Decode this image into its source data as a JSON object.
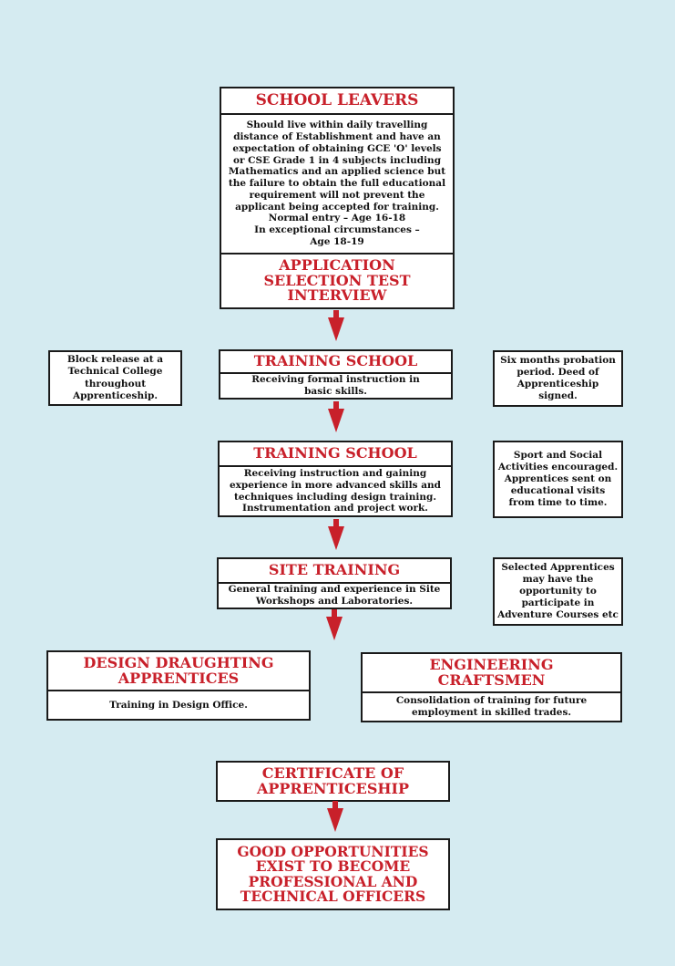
{
  "school_leavers": {
    "title": "SCHOOL LEAVERS",
    "body": "Should live within daily travelling\ndistance of Establishment and have an\nexpectation of obtaining GCE 'O' levels\nor CSE Grade 1 in 4 subjects including\nMathematics and an applied science but\nthe failure to obtain the full educational\nrequirement will not prevent the\napplicant being accepted for training.\nNormal entry – Age 16-18\nIn exceptional circumstances –\nAge 18-19",
    "application": "APPLICATION\nSELECTION TEST\nINTERVIEW"
  },
  "training_school_1": {
    "title": "TRAINING SCHOOL",
    "body": "Receiving formal instruction in\nbasic skills."
  },
  "training_school_2": {
    "title": "TRAINING SCHOOL",
    "body": "Receiving instruction and gaining\nexperience in more advanced skills and\ntechniques including design training.\nInstrumentation and project work."
  },
  "site_training": {
    "title": "SITE TRAINING",
    "body": "General training and experience in Site\nWorkshops and Laboratories."
  },
  "side_notes": {
    "block_release": "Block release at a\nTechnical College\nthroughout\nApprenticeship.",
    "probation": "Six months probation\nperiod. Deed of\nApprenticeship\nsigned.",
    "sport": "Sport and Social\nActivities encouraged.\nApprentices sent on\neducational visits\nfrom time to time.",
    "adventure": "Selected Apprentices\nmay have the\nopportunity to\nparticipate in\nAdventure Courses etc"
  },
  "design": {
    "title": "DESIGN DRAUGHTING\nAPPRENTICES",
    "body": "Training in Design Office."
  },
  "engineering": {
    "title": "ENGINEERING\nCRAFTSMEN",
    "body": "Consolidation of training for future\nemployment in skilled trades."
  },
  "certificate": "CERTIFICATE OF\nAPPRENTICESHIP",
  "opportunities": "GOOD OPPORTUNITIES\nEXIST TO BECOME\nPROFESSIONAL AND\nTECHNICAL OFFICERS",
  "colors": {
    "accent": "#c8202a",
    "background": "#d5ebf1"
  }
}
